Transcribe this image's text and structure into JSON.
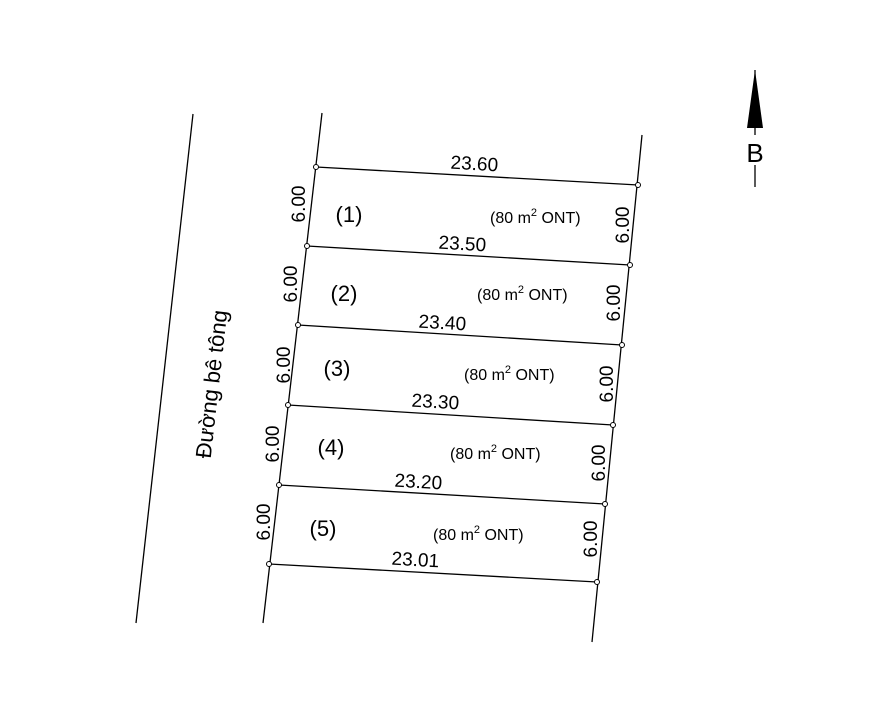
{
  "north": {
    "label": "B"
  },
  "road": {
    "label": "Đường bê tông"
  },
  "lots": [
    {
      "number": "(1)",
      "area": "80",
      "area_unit": "m",
      "area_unit_sup": "2",
      "land_use": "ONT",
      "top_length": "23.60",
      "left_side": "6.00",
      "right_side": "6.00"
    },
    {
      "number": "(2)",
      "area": "80",
      "area_unit": "m",
      "area_unit_sup": "2",
      "land_use": "ONT",
      "top_length": "23.50",
      "left_side": "6.00",
      "right_side": "6.00"
    },
    {
      "number": "(3)",
      "area": "80",
      "area_unit": "m",
      "area_unit_sup": "2",
      "land_use": "ONT",
      "top_length": "23.40",
      "left_side": "6.00",
      "right_side": "6.00"
    },
    {
      "number": "(4)",
      "area": "80",
      "area_unit": "m",
      "area_unit_sup": "2",
      "land_use": "ONT",
      "top_length": "23.30",
      "left_side": "6.00",
      "right_side": "6.00"
    },
    {
      "number": "(5)",
      "area": "80",
      "area_unit": "m",
      "area_unit_sup": "2",
      "land_use": "ONT",
      "top_length": "23.20",
      "left_side": "6.00",
      "right_side": "6.00"
    }
  ],
  "bottom_length": "23.01"
}
